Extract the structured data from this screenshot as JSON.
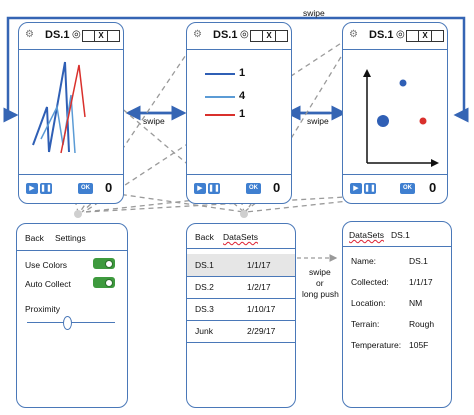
{
  "swipe_labels": {
    "top": "swipe",
    "left_mid": "swipe",
    "right_mid": "swipe",
    "push": [
      "swipe",
      "or",
      "long push"
    ]
  },
  "phones": {
    "title": "DS.1",
    "tab_close": "X",
    "ok_label": "OK",
    "legend": [
      {
        "label": "1",
        "color": "#2f5fb5"
      },
      {
        "label": "4",
        "color": "#5b9bd5"
      },
      {
        "label": "1",
        "color": "#d9302c"
      }
    ]
  },
  "settings": {
    "back": "Back",
    "title": "Settings",
    "use_colors": "Use Colors",
    "auto_collect": "Auto Collect",
    "proximity": "Proximity",
    "proximity_value": 0.45
  },
  "datasets": {
    "back": "Back",
    "title": "DataSets",
    "rows": [
      {
        "name": "DS.1",
        "date": "1/1/17"
      },
      {
        "name": "DS.2",
        "date": "1/2/17"
      },
      {
        "name": "DS.3",
        "date": "1/10/17"
      },
      {
        "name": "Junk",
        "date": "2/29/17"
      }
    ]
  },
  "detail": {
    "back": "DataSets",
    "title": "DS.1",
    "fields": [
      {
        "label": "Name:",
        "value": "DS.1"
      },
      {
        "label": "Collected:",
        "value": "1/1/17"
      },
      {
        "label": "Location:",
        "value": "NM"
      },
      {
        "label": "Terrain:",
        "value": "Rough"
      },
      {
        "label": "Temperature:",
        "value": "105F"
      }
    ]
  }
}
